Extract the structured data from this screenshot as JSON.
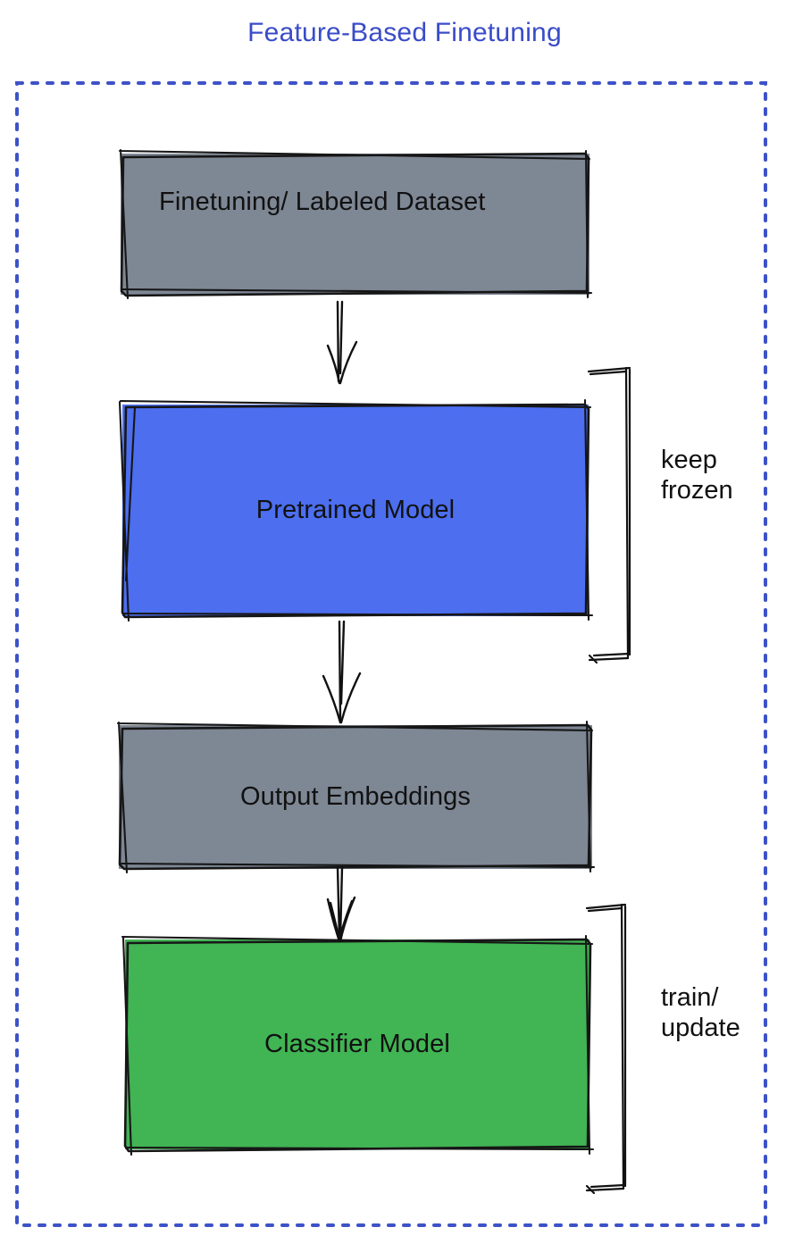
{
  "title": {
    "text": "Feature-Based Finetuning",
    "color": "#3a4cc8"
  },
  "frame": {
    "style": "dotted",
    "color": "#3d52c8"
  },
  "nodes": {
    "dataset": {
      "label": "Finetuning/ Labeled Dataset",
      "fill": "#7e8794"
    },
    "pretrained": {
      "label": "Pretrained Model",
      "fill": "#4c6eef"
    },
    "embeddings": {
      "label": "Output Embeddings",
      "fill": "#7e8794"
    },
    "classifier": {
      "label": "Classifier Model",
      "fill": "#41b454"
    }
  },
  "annotations": {
    "keep_frozen": {
      "label": "keep\nfrozen",
      "attached_to": "pretrained"
    },
    "train_update": {
      "label": "train/\nupdate",
      "attached_to": "classifier"
    }
  },
  "edges": [
    {
      "from": "dataset",
      "to": "pretrained"
    },
    {
      "from": "pretrained",
      "to": "embeddings"
    },
    {
      "from": "embeddings",
      "to": "classifier"
    }
  ],
  "colors": {
    "sketch_stroke": "#161616",
    "label_text": "#111111",
    "background": "#ffffff"
  }
}
